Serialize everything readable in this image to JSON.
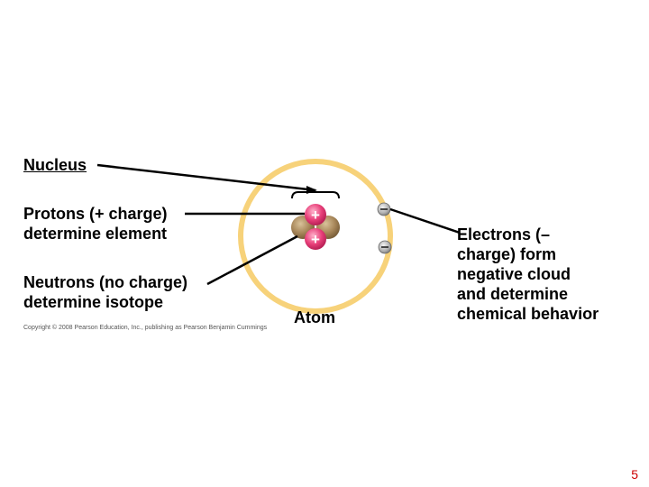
{
  "labels": {
    "nucleus": "Nucleus",
    "protons_line1": "Protons (+ charge)",
    "protons_line2": "determine element",
    "neutrons_line1": "Neutrons (no charge)",
    "neutrons_line2": "determine isotope",
    "atom": "Atom",
    "electrons_line1": "Electrons (–",
    "electrons_line2": "charge) form",
    "electrons_line3": "negative cloud",
    "electrons_line4": "and determine",
    "electrons_line5": "chemical behavior"
  },
  "symbols": {
    "proton_sign": "+",
    "electron_sign": "–"
  },
  "copyright": "Copyright © 2008 Pearson Education, Inc., publishing as Pearson Benjamin Cummings",
  "page_number": "5",
  "colors": {
    "orbit": "#f7d27a",
    "proton": "#e8407a",
    "neutron": "#a8875a",
    "electron": "#9a9a9a",
    "page_number": "#cc0000"
  }
}
